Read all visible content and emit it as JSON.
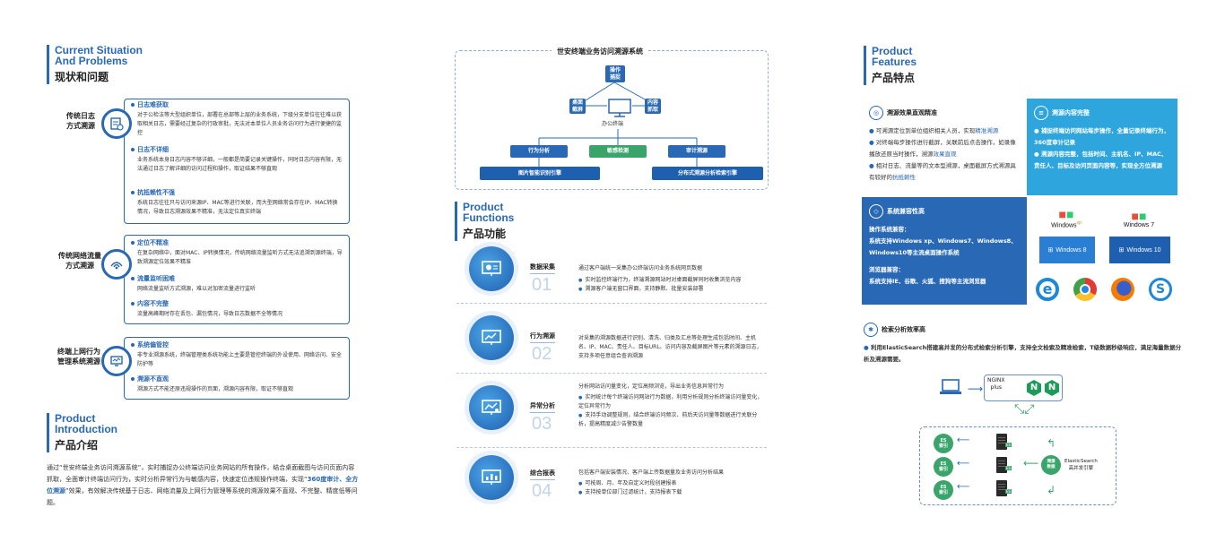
{
  "left": {
    "situation": {
      "en1": "Current Situation",
      "en2": "And Problems",
      "cn": "现状和问题"
    },
    "groups": [
      {
        "label": "传统日志\n方式溯源",
        "items": [
          {
            "title": "日志难获取",
            "desc": "对于公检法等大型组织单位，部署在总部等上层的业务系统，下级分支单位往往难以获取相关日志，需要经过复杂的行政审批，无法对本单位人员业务访问行为进行便捷的监控"
          },
          {
            "title": "日志不详细",
            "desc": "业务系统本身日志内容不够详细，一般都是简要记录关键操作，同时日志内容有限，无法通过日志了解详细的访问过程和操作，取证结果不够直观"
          },
          {
            "title": "抗抵赖性不强",
            "desc": "系统日志往往只与访问来源IP、MAC等进行关联，而大型网络常会存在IP、MAC转换情况，导致日志溯源效果不精准，无法定位真实终端"
          }
        ]
      },
      {
        "label": "传统网络流量\n方式溯源",
        "items": [
          {
            "title": "定位不精准",
            "desc": "在复杂网络中，面对MAC、IP转换情况，传统网络流量监听方式无法追溯到源终端，导致溯源定位效果不精准"
          },
          {
            "title": "流量监听困难",
            "desc": "网络流量监听方式溯源，难以对加密流量进行监听"
          },
          {
            "title": "内容不完整",
            "desc": "流量高峰期时存在丢包、漏包情况，导致日志数据不全等情况"
          }
        ]
      },
      {
        "label": "终端上网行为\n管理系统溯源",
        "items": [
          {
            "title": "系统偏管控",
            "desc": "非专业溯源系统，终端管理类系统功能上主要是管控终端的外设使用、网络访问、安全防护等"
          },
          {
            "title": "溯源不直观",
            "desc": "溯源方式不能还原违规操作的页面，溯源内容有限，取证不够直观"
          }
        ]
      }
    ],
    "intro": {
      "en1": "Product",
      "en2": "Introduction",
      "cn": "产品介绍",
      "p1": "通过“世安终端业务访问溯源系统”，实时捕捉办公终端访问业务网站的所有操作，结合桌面截图与访问页面内容抓取，全面审计终端访问行为，实时分析异常行为与敏感内容，快速定位违规操作终端，实现“",
      "hl1": "360度审计、全方位溯源",
      "p2": "”效果，有效解决传统基于日志、网络流量及上网行为管理等系统的溯源效果不直观、不完整、精度低等问题。"
    }
  },
  "middle": {
    "diagram": {
      "title": "世安终端业务访问溯源系统",
      "op": "操作\n捕捉",
      "screen": "桌面\n截屏",
      "content": "内容\n抓取",
      "terminal": "办公终端",
      "n1": "行为分析",
      "n2": "敏感检测",
      "n3": "审计溯源",
      "e1": "图片智能识别引擎",
      "e2": "分布式溯源分析检索引擎"
    },
    "functions": {
      "en1": "Product",
      "en2": "Functions",
      "cn": "产品功能",
      "items": [
        {
          "name": "数据采集",
          "num": "01",
          "lead": "通过客户端统一采集办公终端访问业务系统网页数据",
          "bullets": [
            "实时监控终端行为，终端溯源网站时对桌面截屏同时收集浏览内容",
            "溯源客户端无窗口界面，支持静默、批量安装部署"
          ]
        },
        {
          "name": "行为溯源",
          "num": "02",
          "lead": "对采集的溯源数据进行识别、清洗、归类及汇总等处理生成包括时间、主机名、IP、MAC、责任人、目标URL、访问内容及截屏图片等元素的溯源日志，支持多项任意组合查询溯源",
          "bullets": []
        },
        {
          "name": "异常分析",
          "num": "03",
          "lead": "分析网站访问量变化，定位高频浏览，导出业务信息异常行为",
          "bullets": [
            "实时统计每个终端访问网站行为数据，利用分析规则分析终端访问量变化，定位异常行为",
            "支持手动调整规则，结合终端访问频次、前后天访问量等数据进行关联分析，提高精度减少告警数量"
          ]
        },
        {
          "name": "综合报表",
          "num": "04",
          "lead": "包括客户端安装情况、客户端上传数据量及业务访问分析结果",
          "bullets": [
            "可按周、月、年及自定义时段创建报表",
            "支持按单位部门过滤统计，支持报表下载"
          ]
        }
      ]
    }
  },
  "right": {
    "features": {
      "en1": "Product",
      "en2": "Features",
      "cn": "产品特点"
    },
    "f1": {
      "title": "溯源效果直观精准",
      "lines": [
        {
          "pre": "可溯源定位到单位组织相关人员，实现",
          "hl": "精准溯源",
          "post": ""
        },
        {
          "pre": "对终端每步操作进行截屏，关联前后点击操作，如录像播放还原当时操作，溯源",
          "hl": "效果直观",
          "post": ""
        },
        {
          "pre": "相对日志、流量等的文本型溯源，桌面截屏方式溯源具有较好的",
          "hl": "抗抵赖性",
          "post": ""
        }
      ]
    },
    "f2": {
      "title": "溯源内容完整",
      "text": "捕捉终端访问网站每步操作，全量记录终端行为，360度审计记录",
      "text2": "溯源内容完整，包括时间、主机名、IP、MAC、责任人、目标及访问页面内容等，实现全方位溯源"
    },
    "f3": {
      "title": "系统兼容性高",
      "os_label": "操作系统兼容：",
      "os_text": "系统支持Windows xp、Windows7、Windows8、Windows10等主流桌面操作系统",
      "br_label": "浏览器兼容：",
      "br_text": "系统支持IE、谷歌、火狐、搜狗等主流浏览器"
    },
    "logos": {
      "xp": "Windows",
      "xp_sup": "xp",
      "w7": "Windows 7",
      "w8": "Windows 8",
      "w10": "Windows 10"
    },
    "f4": {
      "title": "检索分析效率高",
      "text": "利用ElasticSearch搭建高并发的分布式检索分析引擎，支持全文检索及精准检索，T级数据秒级响应，满足海量数据分析及溯源需要。"
    },
    "arch": {
      "nginx": "NGINX\nplus",
      "n_logo": "N",
      "es": "ES\n索引",
      "srv": "ES",
      "engine": "ElasticSearch\n高并发引擎",
      "engine_icon": "溯源\n数据"
    }
  }
}
